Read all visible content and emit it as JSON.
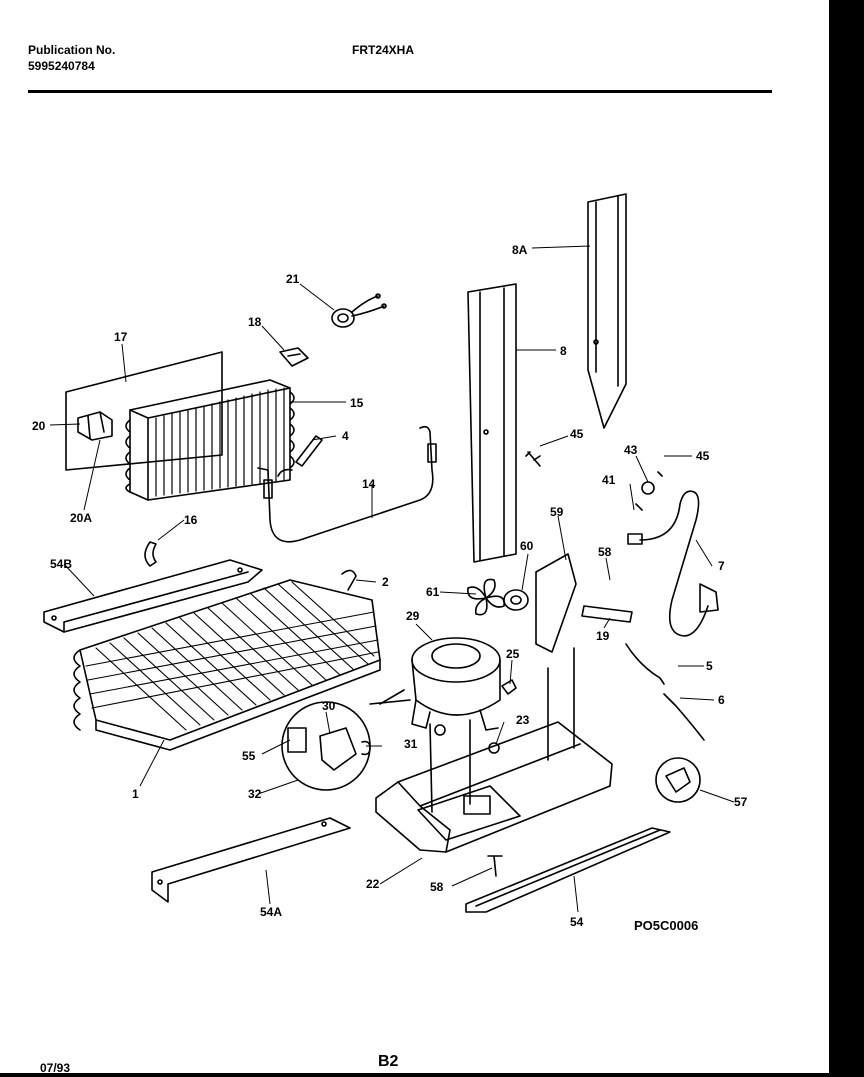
{
  "header": {
    "publication_label": "Publication No.",
    "publication_number": "5995240784",
    "model": "FRT24XHA"
  },
  "footer": {
    "date": "07/93",
    "page_code": "B2",
    "diagram_code": "PO5C0006"
  },
  "callouts": {
    "c21": "21",
    "c18": "18",
    "c17": "17",
    "c15": "15",
    "c20": "20",
    "c4": "4",
    "c20a": "20A",
    "c14": "14",
    "c16": "16",
    "c54b": "54B",
    "c2": "2",
    "c8a": "8A",
    "c8": "8",
    "c45a": "45",
    "c43": "43",
    "c45b": "45",
    "c41": "41",
    "c59": "59",
    "c60": "60",
    "c58a": "58",
    "c7": "7",
    "c61": "61",
    "c19": "19",
    "c29": "29",
    "c25": "25",
    "c5": "5",
    "c6": "6",
    "c30": "30",
    "c23": "23",
    "c55": "55",
    "c31": "31",
    "c1": "1",
    "c32": "32",
    "c57": "57",
    "c22": "22",
    "c58b": "58",
    "c54a": "54A",
    "c54": "54"
  }
}
